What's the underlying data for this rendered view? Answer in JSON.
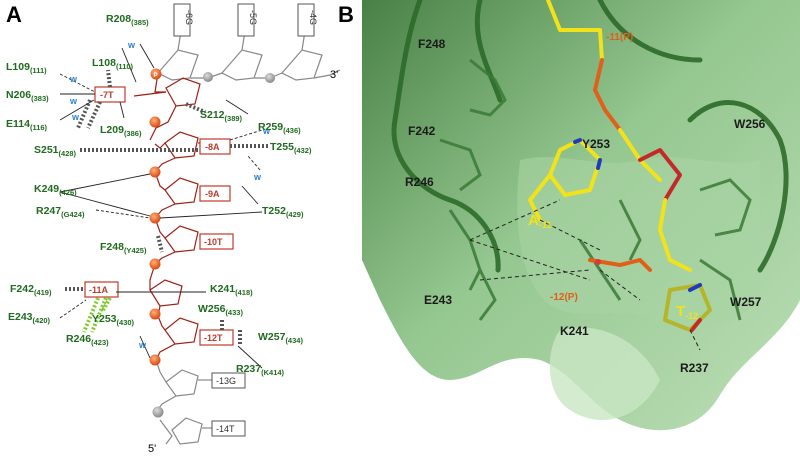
{
  "panels": {
    "a": {
      "letter": "A"
    },
    "b": {
      "letter": "B"
    }
  },
  "panel_a": {
    "top_bases": [
      "-6G",
      "-5G",
      "-4G"
    ],
    "end3": "3'",
    "end5": "5'",
    "phosphate_glyph": "P",
    "water_glyph": "w",
    "nucleotides": [
      {
        "id": "n7",
        "label": "-7T"
      },
      {
        "id": "n8",
        "label": "-8A"
      },
      {
        "id": "n9",
        "label": "-9A"
      },
      {
        "id": "n10",
        "label": "-10T"
      },
      {
        "id": "n11",
        "label": "-11A"
      },
      {
        "id": "n12",
        "label": "-12T"
      }
    ],
    "lower_bases": [
      "-13G",
      "-14T"
    ],
    "residues": [
      {
        "id": "r208",
        "name": "R208",
        "sub": "(385)"
      },
      {
        "id": "l108",
        "name": "L108",
        "sub": "(110)"
      },
      {
        "id": "l109",
        "name": "L109",
        "sub": "(111)"
      },
      {
        "id": "n206",
        "name": "N206",
        "sub": "(383)"
      },
      {
        "id": "e114",
        "name": "E114",
        "sub": "(116)"
      },
      {
        "id": "l209",
        "name": "L209",
        "sub": "(386)"
      },
      {
        "id": "s212",
        "name": "S212",
        "sub": "(389)"
      },
      {
        "id": "s251",
        "name": "S251",
        "sub": "(428)"
      },
      {
        "id": "r259",
        "name": "R259",
        "sub": "(436)"
      },
      {
        "id": "t255",
        "name": "T255",
        "sub": "(432)"
      },
      {
        "id": "k249",
        "name": "K249",
        "sub": "(426)"
      },
      {
        "id": "r247",
        "name": "R247",
        "sub": "(G424)"
      },
      {
        "id": "t252",
        "name": "T252",
        "sub": "(429)"
      },
      {
        "id": "f248",
        "name": "F248",
        "sub": "(Y425)"
      },
      {
        "id": "f242",
        "name": "F242",
        "sub": "(419)"
      },
      {
        "id": "k241",
        "name": "K241",
        "sub": "(418)"
      },
      {
        "id": "e243",
        "name": "E243",
        "sub": "(420)"
      },
      {
        "id": "y253",
        "name": "Y253",
        "sub": "(430)"
      },
      {
        "id": "w256",
        "name": "W256",
        "sub": "(433)"
      },
      {
        "id": "w257",
        "name": "W257",
        "sub": "(434)"
      },
      {
        "id": "r246",
        "name": "R246",
        "sub": "(423)"
      },
      {
        "id": "r237",
        "name": "R237",
        "sub": "(K414)"
      }
    ]
  },
  "panel_b": {
    "residue_labels": [
      "F248",
      "F242",
      "R246",
      "E243",
      "K241",
      "Y253",
      "W256",
      "W257",
      "R237"
    ],
    "nucleotide_a": {
      "base": "A",
      "index": "-11"
    },
    "nucleotide_t": {
      "base": "T",
      "index": "-12"
    },
    "phosphate_top": "-11(P)",
    "phosphate_bottom": "-12(P)"
  },
  "colors": {
    "protein_green": "#1f6b1f",
    "nucleotide_red": "#c0392b",
    "water_blue": "#2a7fd4",
    "stacking_gray": "#555555",
    "hbond_lime": "#7ccc2a",
    "dna_yellow": "#f2e21a",
    "phosphate_orange": "#e0601a",
    "surface_green": "#6faa6a"
  }
}
